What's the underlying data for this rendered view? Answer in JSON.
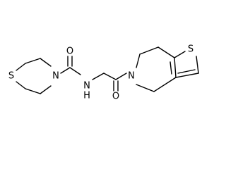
{
  "molecule": {
    "atoms": {
      "o_carboxamide": "O",
      "n_thiomorpholine": "N",
      "s_thiomorpholine": "S",
      "n_amide": "N",
      "h_amide": "H",
      "o_acyl": "O",
      "n_bicyclic": "N",
      "s_thiophene": "S"
    }
  }
}
